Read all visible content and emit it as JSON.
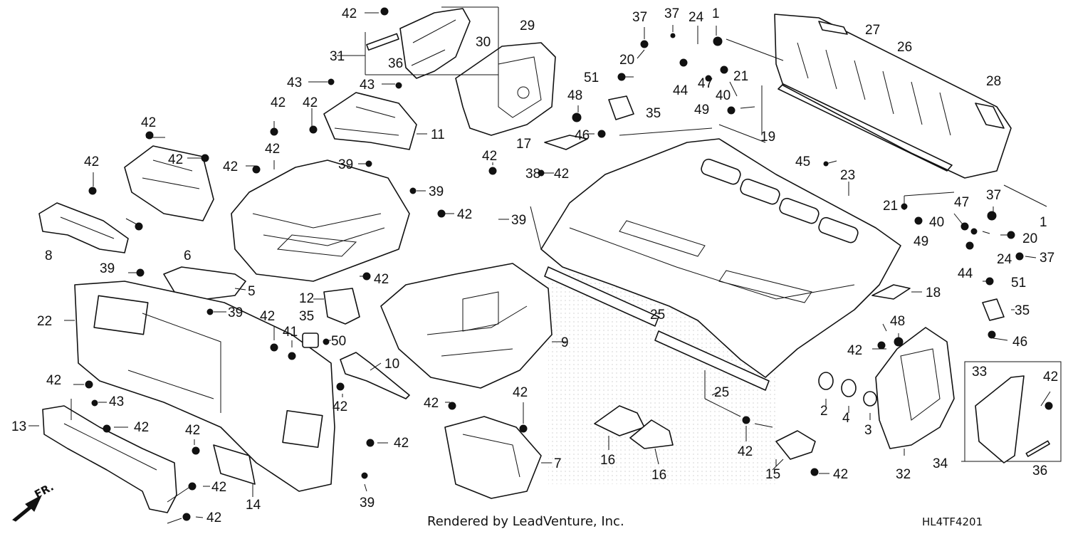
{
  "credit": "Rendered by LeadVenture, Inc.",
  "diagram_code": "HL4TF4201",
  "direction_label": "FR.",
  "callouts": [
    "42",
    "30",
    "31",
    "36",
    "29",
    "37",
    "37",
    "24",
    "1",
    "27",
    "26",
    "43",
    "43",
    "20",
    "51",
    "44",
    "47",
    "21",
    "40",
    "48",
    "35",
    "28",
    "42",
    "42",
    "11",
    "49",
    "19",
    "17",
    "46",
    "42",
    "42",
    "42",
    "42",
    "45",
    "39",
    "38",
    "42",
    "23",
    "42",
    "39",
    "42",
    "39",
    "42",
    "21",
    "47",
    "37",
    "40",
    "1",
    "8",
    "6",
    "49",
    "20",
    "24",
    "37",
    "42",
    "39",
    "5",
    "12",
    "44",
    "51",
    "22",
    "39",
    "18",
    "35",
    "42",
    "41",
    "50",
    "35",
    "48",
    "42",
    "46",
    "9",
    "10",
    "42",
    "25",
    "42",
    "13",
    "43",
    "42",
    "33",
    "42",
    "42",
    "2",
    "4",
    "3",
    "42",
    "42",
    "25",
    "36",
    "7",
    "16",
    "16",
    "15",
    "42",
    "32",
    "34",
    "42",
    "14",
    "42",
    "39"
  ]
}
